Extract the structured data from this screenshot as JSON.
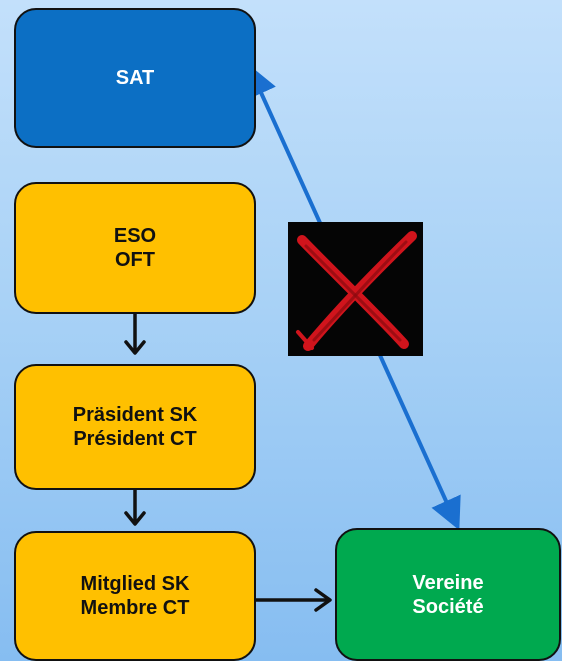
{
  "nodes": {
    "sat": {
      "line1": "SAT"
    },
    "eso": {
      "line1": "ESO",
      "line2": "OFT"
    },
    "president": {
      "line1": "Präsident SK",
      "line2": "Président CT"
    },
    "mitglied": {
      "line1": "Mitglied SK",
      "line2": "Membre CT"
    },
    "vereine": {
      "line1": "Vereine",
      "line2": "Société"
    }
  },
  "colors": {
    "sat": "#0c6fc4",
    "orange": "#ffc000",
    "green": "#00a94f",
    "link": "#1a6fd0",
    "cross": "#d0141c"
  },
  "edges": [
    {
      "from": "ESO / OFT",
      "to": "Präsident SK / Président CT",
      "style": "arrow"
    },
    {
      "from": "Präsident SK / Président CT",
      "to": "Mitglied SK / Membre CT",
      "style": "arrow"
    },
    {
      "from": "Mitglied SK / Membre CT",
      "to": "Vereine / Société",
      "style": "arrow"
    },
    {
      "from": "Vereine / Société",
      "to": "SAT",
      "style": "double-arrow",
      "crossed_out": true
    }
  ]
}
